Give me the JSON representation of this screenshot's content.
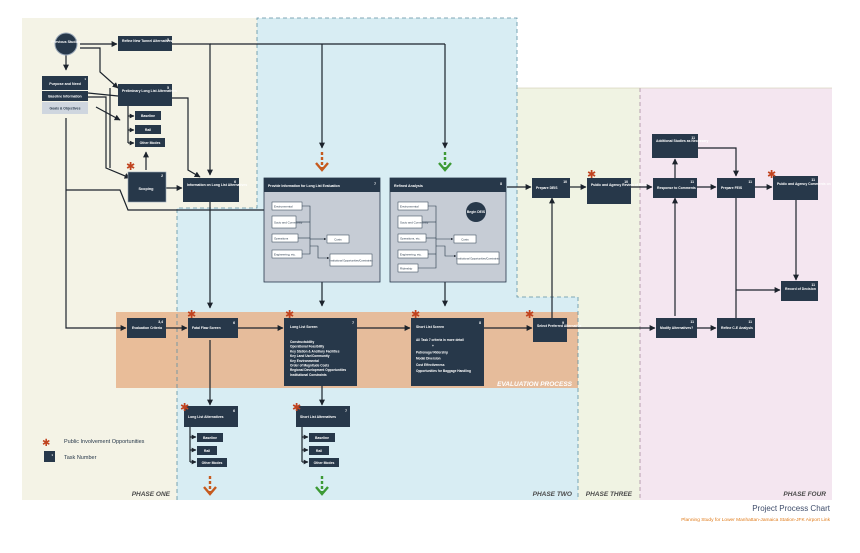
{
  "footer": {
    "title": "Project Process Chart",
    "subtitle": "Planning Study for Lower Manhattan-Jamaica Station-JFK Airport Link"
  },
  "phases": {
    "one": "PHASE ONE",
    "two": "PHASE TWO",
    "three": "PHASE THREE",
    "four": "PHASE FOUR",
    "evaluation": "EVALUATION PROCESS"
  },
  "legend": {
    "public": "Public Involvement Opportunities",
    "task": "Task Number"
  },
  "nodes": {
    "previous_studies": "Previous Studies",
    "purpose_need": "Purpose and Need",
    "baseline_info": "Baseline Information",
    "goals": "Goals & Objectives",
    "refine_tunnel": "Refine New Tunnel Alternatives",
    "refine_tunnel_num": "5",
    "prelim": "Preliminary Long List Alternatives",
    "prelim_num": "5",
    "baseline": "Baseline",
    "rail": "Rail",
    "other_modes": "Other Modes",
    "scoping": "Scoping",
    "scoping_num": "2",
    "info_long_list": "Information on Long List Alternatives",
    "info_long_list_num": "6",
    "provide_info": "Provide Information for Long List Evaluation",
    "provide_info_num": "7",
    "refined_analysis": "Refined Analysis",
    "refined_analysis_num": "8",
    "begin_deis": "Begin DEIS",
    "eval_criteria": "Evaluation Criteria",
    "eval_criteria_num": "3,4",
    "fatal_flaw": "Fatal Flaw Screen",
    "fatal_flaw_num": "6",
    "long_list_screen": "Long List Screen",
    "long_list_screen_num": "7",
    "short_list_screen": "Short List Screen",
    "short_list_screen_num": "8",
    "select_preferred": "Select Preferred Alternative",
    "select_preferred_num": "9",
    "prepare_deis": "Prepare DEIS",
    "prepare_deis_num": "10",
    "public_review_deis": "Public and Agency Review of DEIS",
    "public_review_deis_num": "10",
    "additional_studies": "Additional Studies as Necessary",
    "additional_studies_num": "11",
    "response_comments": "Response to Comments",
    "response_comments_num": "11",
    "prepare_feis": "Prepare FEIS",
    "prepare_feis_num": "11",
    "public_comments_feis": "Public and Agency Comments on FEIS",
    "public_comments_feis_num": "11",
    "record_decision": "Record of Decision",
    "record_decision_num": "11",
    "modify_alts": "Modify Alternatives?",
    "modify_alts_num": "11",
    "refine_ce": "Refine C-E Analysis",
    "refine_ce_num": "11",
    "long_list_alts": "Long List Alternatives",
    "long_list_alts_num": "6",
    "short_list_alts": "Short List Alternatives",
    "short_list_alts_num": "7"
  },
  "sublabels": {
    "environmental": "Environmental",
    "socio": "Socio and Community",
    "operations": "Operations",
    "operations_etc": "Operations, etc.",
    "engineering": "Engineering, etc.",
    "ridership": "Ridership",
    "costs": "Costs",
    "institutional": "Institutional Opportunities/Constraints"
  },
  "long_list_screen_criteria": [
    "Constructability",
    "Operational Feasibility",
    "Key Station & Ancillary Facilities",
    "Key Land Use/Community",
    "Key Environmental",
    "Order of Magnitude Costs",
    "Regional Development Opportunities",
    "Institutional Constraints"
  ],
  "short_list_screen_criteria": [
    "All Task 7 criteria in more detail",
    "+",
    "Patronage/ Ridership",
    "Modal Diversion",
    "Cost Effectiveness",
    "Opportunities for Baggage Handling"
  ],
  "colors": {
    "node": "#27384a",
    "phase_one": "#f4f3e6",
    "phase_two": "#d8edf3",
    "phase_three": "#f0f3e3",
    "phase_four": "#f4e6f0",
    "evaluation": "#e7b58e",
    "star": "#c0431f",
    "orange_arrow": "#c65a1e",
    "green_arrow": "#3d9a35",
    "title": "#3f4d6b",
    "subtitle": "#e07b1a"
  }
}
